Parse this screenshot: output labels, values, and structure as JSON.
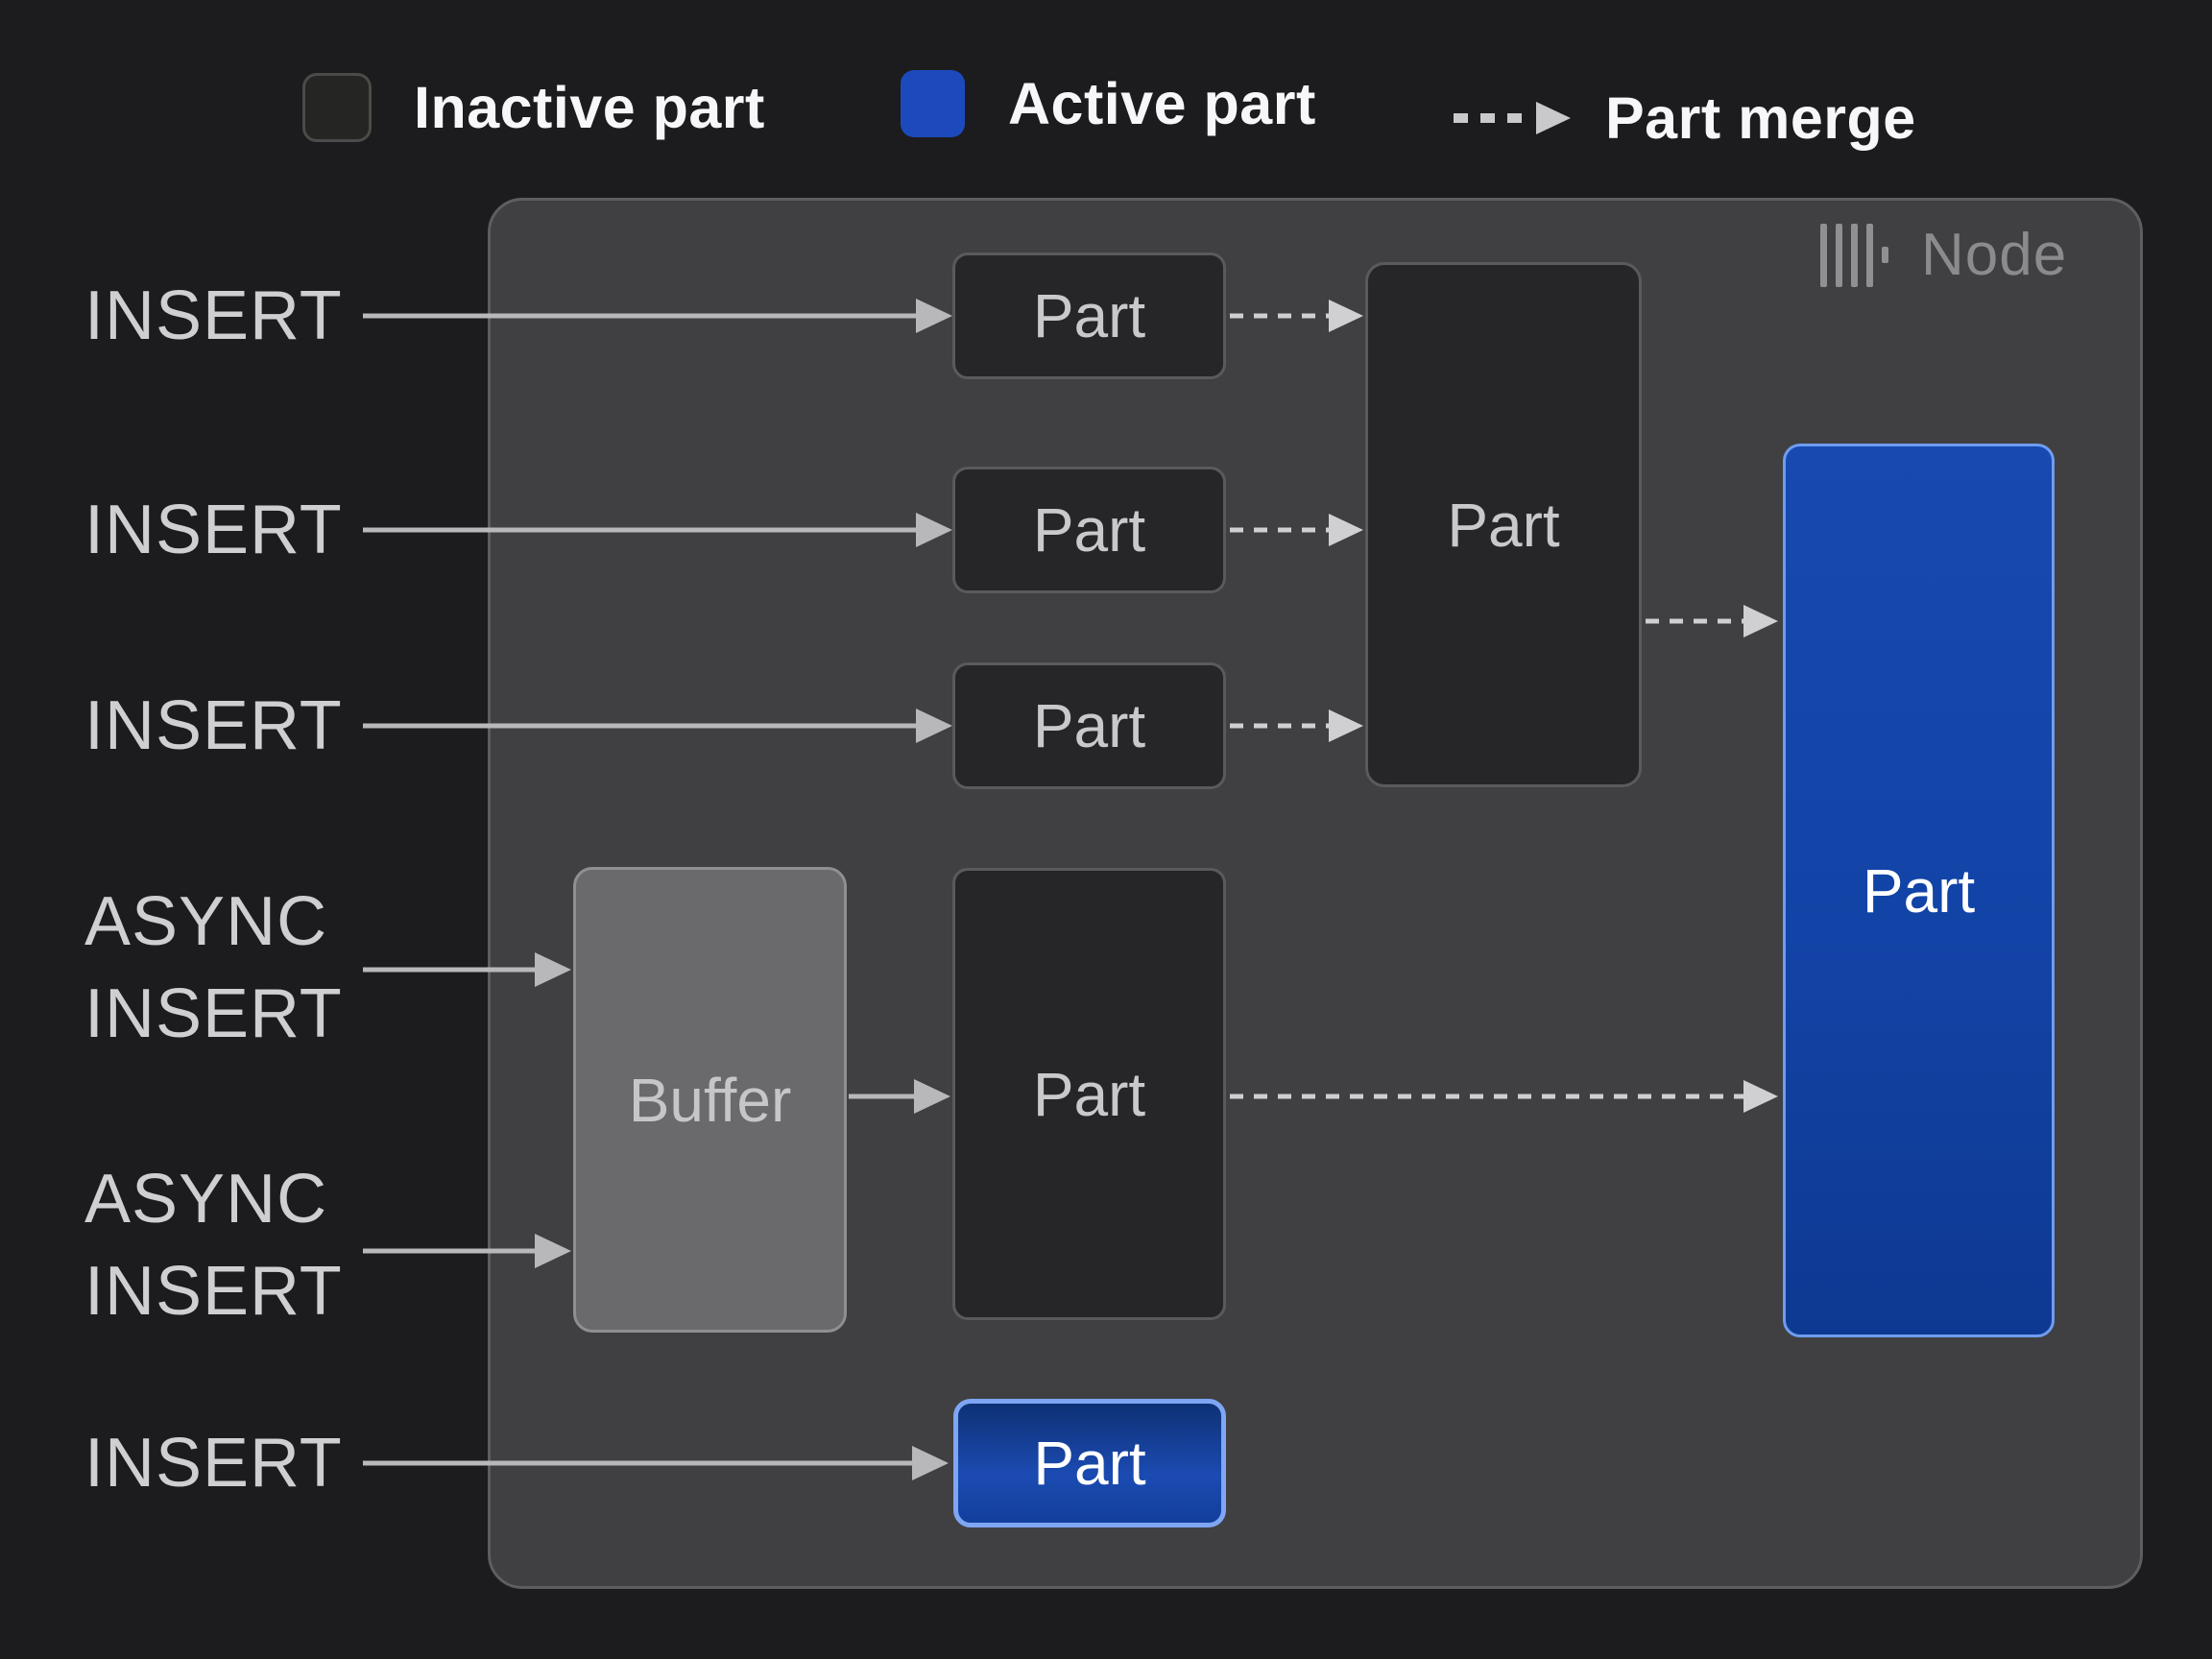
{
  "legend": {
    "inactive_label": "Inactive part",
    "active_label": "Active part",
    "merge_label": "Part merge"
  },
  "node": {
    "title": "Node",
    "icon": "clickhouse-logo-icon"
  },
  "io_labels": [
    {
      "label": "INSERT"
    },
    {
      "label": "INSERT"
    },
    {
      "label": "INSERT"
    },
    {
      "label": "ASYNC INSERT"
    },
    {
      "label": "ASYNC INSERT"
    },
    {
      "label": "INSERT"
    }
  ],
  "boxes": {
    "part_small_1": {
      "label": "Part",
      "state": "inactive"
    },
    "part_small_2": {
      "label": "Part",
      "state": "inactive"
    },
    "part_small_3": {
      "label": "Part",
      "state": "inactive"
    },
    "part_merged": {
      "label": "Part",
      "state": "inactive"
    },
    "buffer": {
      "label": "Buffer"
    },
    "part_from_buffer": {
      "label": "Part",
      "state": "inactive"
    },
    "part_active_large": {
      "label": "Part",
      "state": "active"
    },
    "part_active_small": {
      "label": "Part",
      "state": "active"
    }
  },
  "colors": {
    "background": "#1c1c1e",
    "node_background": "#404042",
    "active_part_blue": "#1c4abc",
    "inactive_part_fill": "#262629",
    "buffer_fill": "#6a6a6c",
    "solid_arrow": "#b8b8ba",
    "dashed_arrow": "#d0d0d2"
  }
}
